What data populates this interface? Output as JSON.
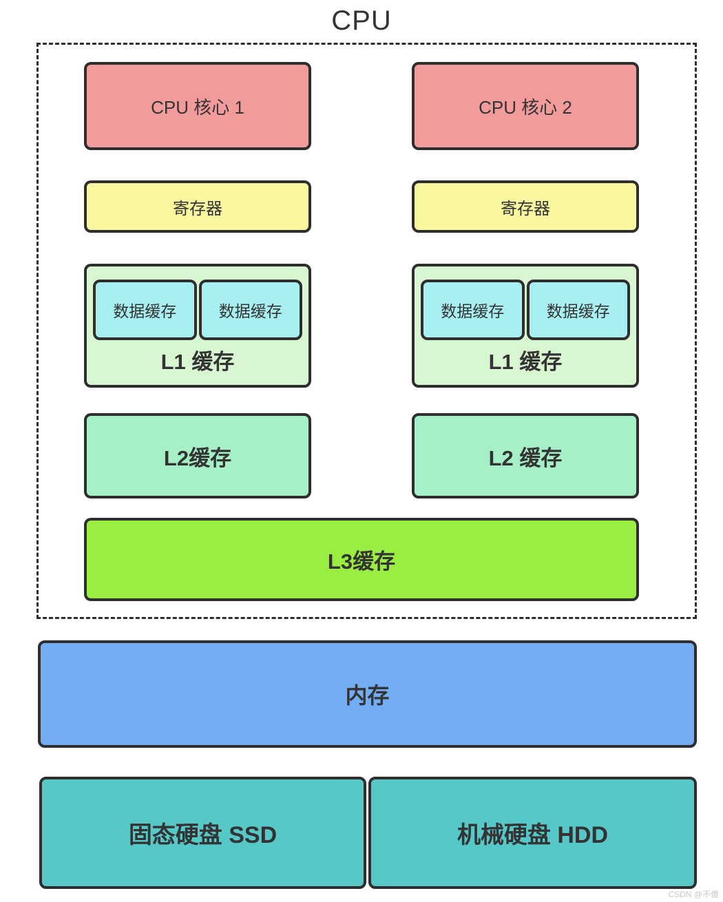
{
  "title": "CPU",
  "cpu_package": {
    "cores": [
      {
        "label": "CPU 核心 1"
      },
      {
        "label": "CPU 核心 2"
      }
    ],
    "registers": [
      {
        "label": "寄存器"
      },
      {
        "label": "寄存器"
      }
    ],
    "l1_caches": [
      {
        "label": "L1 缓存",
        "data_caches": [
          "数据缓存",
          "数据缓存"
        ]
      },
      {
        "label": "L1 缓存",
        "data_caches": [
          "数据缓存",
          "数据缓存"
        ]
      }
    ],
    "l2_caches": [
      {
        "label": "L2缓存"
      },
      {
        "label": "L2 缓存"
      }
    ],
    "l3_cache": {
      "label": "L3缓存"
    }
  },
  "memory": {
    "label": "内存"
  },
  "storage": [
    {
      "label": "固态硬盘 SSD"
    },
    {
      "label": "机械硬盘 HDD"
    }
  ],
  "watermark": "CSDN @不傻",
  "colors": {
    "core-pink": "#F29B9B",
    "register-yellow": "#FAF7A1",
    "l1-green": "#D9F6D2",
    "data-cyan": "#A8EFF2",
    "l2-mint": "#A6F0C7",
    "l3-green": "#9AEE41",
    "memory-blue": "#73AEF5",
    "storage-teal": "#56C8C8",
    "border-dark": "#2E2E2E",
    "text-dark": "#333333",
    "watermark-gray": "#C9C9C9"
  }
}
